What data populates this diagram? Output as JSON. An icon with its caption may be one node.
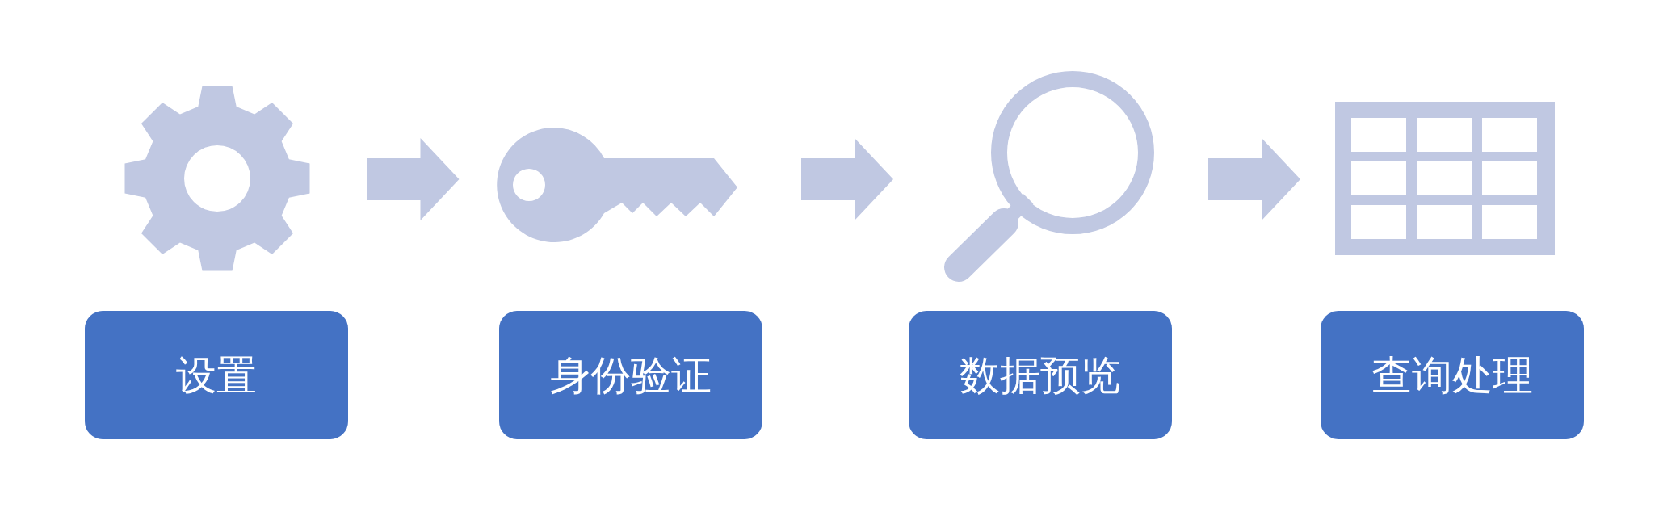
{
  "diagram": {
    "nodes": [
      {
        "text": [],
        "shape": "gear"
      },
      {
        "text": [],
        "shape": "key"
      },
      {
        "text": [],
        "shape": "magnifier"
      },
      {
        "text": [],
        "shape": "table"
      },
      {
        "text": [
          "设置"
        ]
      },
      {
        "text": [
          "身份验证"
        ]
      },
      {
        "text": [
          "数据预览"
        ]
      },
      {
        "text": [
          "查询处理"
        ]
      }
    ],
    "edges": [
      {
        "from": 0,
        "to": 1,
        "arrow": "to"
      },
      {
        "from": 1,
        "to": 2,
        "arrow": "to"
      },
      {
        "from": 2,
        "to": 3,
        "arrow": "to"
      }
    ]
  }
}
